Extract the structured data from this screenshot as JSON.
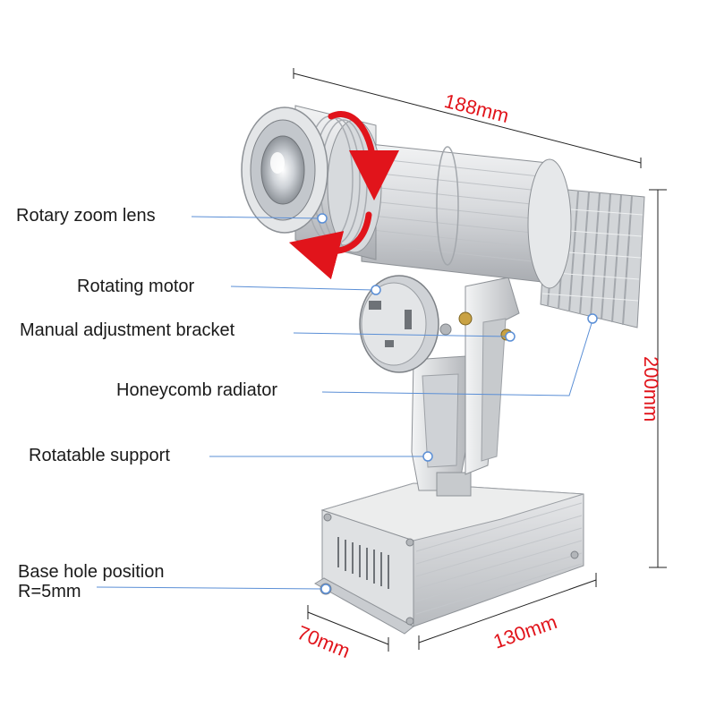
{
  "callouts": {
    "rotary_zoom_lens": "Rotary zoom lens",
    "rotating_motor": "Rotating motor",
    "manual_adjustment_bracket": "Manual adjustment bracket",
    "honeycomb_radiator": "Honeycomb radiator",
    "rotatable_support": "Rotatable support",
    "base_hole_line1": "Base hole position",
    "base_hole_line2": "R=5mm"
  },
  "dimensions": {
    "length": "188mm",
    "height": "200mm",
    "base_length": "130mm",
    "base_width": "70mm"
  },
  "colors": {
    "dimension_text": "#e1141b",
    "leader_line": "#5b8fd6",
    "rotation_arrow": "#e1141b",
    "body_silver": "#d6d8db"
  }
}
